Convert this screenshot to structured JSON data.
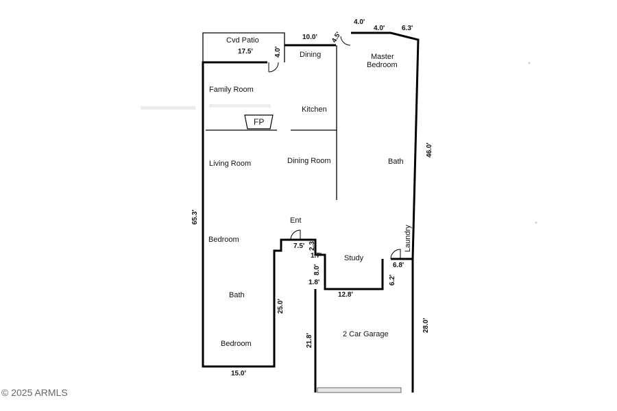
{
  "rooms": {
    "cvd_patio": "Cvd Patio",
    "dining": "Dining",
    "master_bedroom_line1": "Master",
    "master_bedroom_line2": "Bedroom",
    "family_room": "Family Room",
    "kitchen": "Kitchen",
    "fireplace": "FP",
    "living_room": "Living Room",
    "dining_room": "Dining Room",
    "master_bath": "Bath",
    "entry": "Ent",
    "bedroom_1": "Bedroom",
    "study": "Study",
    "laundry": "Laundry",
    "hall_bath": "Bath",
    "bedroom_2": "Bedroom",
    "garage": "2 Car Garage"
  },
  "dimensions": {
    "patio_width": "17.5'",
    "patio_depth": "4.0'",
    "dining_width": "10.0'",
    "angle_4_5": "4.5'",
    "top_4_0_a": "4.0'",
    "top_4_0_b": "4.0'",
    "top_6_3": "6.3'",
    "right_46_0": "46.0'",
    "left_65_3": "65.3'",
    "entry_7_5": "7.5'",
    "entry_2_3": "2.3'",
    "entry_1_7": "1.7'",
    "entry_8_0": "8.0'",
    "entry_1_8": "1.8'",
    "laundry_6_8": "6.8'",
    "laundry_6_2": "6.2'",
    "garage_12_8": "12.8'",
    "garage_21_8": "21.8'",
    "garage_28_0": "28.0'",
    "wing_25_0": "25.0'",
    "bottom_15_0": "15.0'"
  },
  "watermark": "© 2025 ARMLS"
}
